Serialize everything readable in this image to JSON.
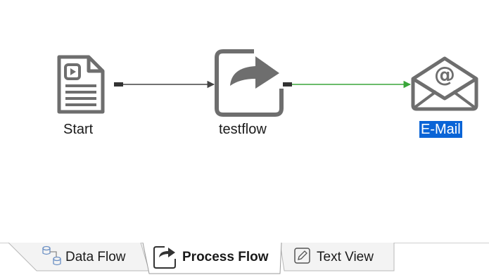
{
  "flow": {
    "nodes": [
      {
        "label": "Start",
        "icon": "document-play-icon",
        "selected": false
      },
      {
        "label": "testflow",
        "icon": "process-flow-icon",
        "selected": false
      },
      {
        "label": "E-Mail",
        "icon": "email-icon",
        "selected": true
      }
    ],
    "connections": [
      {
        "from": "Start",
        "to": "testflow",
        "color": "#444444"
      },
      {
        "from": "testflow",
        "to": "E-Mail",
        "color": "#3aa63a"
      }
    ]
  },
  "tabs": [
    {
      "label": "Data Flow",
      "icon": "data-flow-icon",
      "active": false
    },
    {
      "label": "Process Flow",
      "icon": "process-flow-tab-icon",
      "active": true
    },
    {
      "label": "Text View",
      "icon": "pencil-icon",
      "active": false
    }
  ],
  "colors": {
    "selection": "#0a64d6",
    "icon_gray": "#6e6e6e",
    "success_connector": "#3aa63a"
  }
}
